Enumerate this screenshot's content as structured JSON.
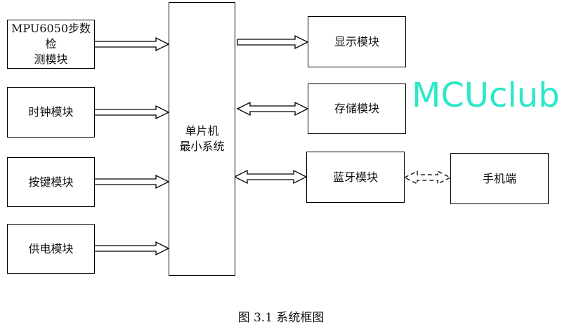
{
  "diagram": {
    "center": {
      "label_line1": "单片机",
      "label_line2": "最小系统"
    },
    "inputs": [
      {
        "label_line1": "MPU6050步数检",
        "label_line2": "测模块"
      },
      {
        "label_line1": "时钟模块"
      },
      {
        "label_line1": "按键模块"
      },
      {
        "label_line1": "供电模块"
      }
    ],
    "outputs": [
      {
        "label": "显示模块",
        "direction": "one-way"
      },
      {
        "label": "存储模块",
        "direction": "two-way"
      },
      {
        "label": "蓝牙模块",
        "direction": "two-way"
      }
    ],
    "remote": {
      "label": "手机端",
      "link": "dashed two-way"
    },
    "caption": "图 3.1  系统框图"
  },
  "watermark": {
    "text": "MCUclub",
    "color": "#2de8c8"
  }
}
